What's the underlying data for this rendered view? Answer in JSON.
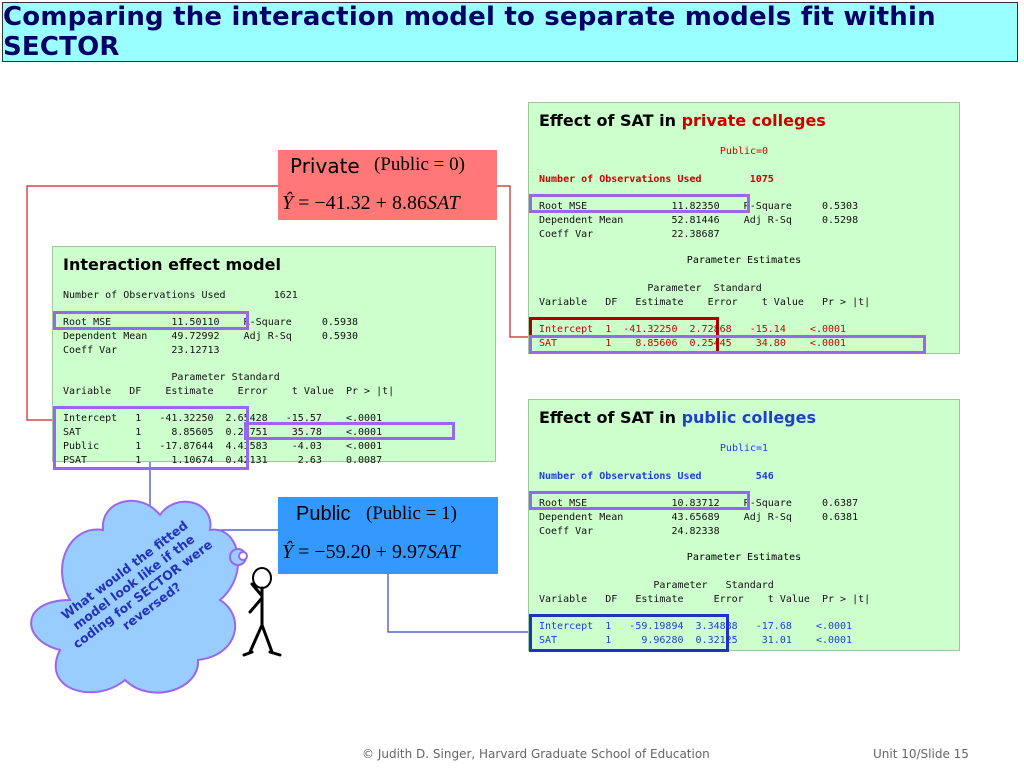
{
  "title": "Comparing the interaction model to separate models fit within SECTOR",
  "private_eq": {
    "label": "Private",
    "condition": "(Public  = 0)",
    "yhat": "Ŷ",
    "rhs": " = −41.32 + 8.86",
    "var": "SAT"
  },
  "public_eq": {
    "label": "Public",
    "condition": "(Public  = 1)",
    "yhat": "Ŷ",
    "rhs": " = −59.20 + 9.97",
    "var": "SAT"
  },
  "interaction": {
    "title": "Interaction effect model",
    "nobs_line": "Number of Observations Used        1621",
    "fit_lines": [
      "Root MSE          11.50110    R-Square     0.5938",
      "Dependent Mean    49.72992    Adj R-Sq     0.5930",
      "Coeff Var         23.12713"
    ],
    "param_header": [
      "                  Parameter Standard",
      "Variable   DF    Estimate    Error    t Value  Pr > |t|"
    ],
    "rows": [
      "Intercept   1   -41.32250  2.65428   -15.57    <.0001",
      "SAT         1     8.85605  0.24751    35.78    <.0001",
      "Public      1   -17.87644  4.43583    -4.03    <.0001",
      "PSAT        1     1.10674  0.42131     2.63    0.0087"
    ]
  },
  "private_panel": {
    "title_prefix": "Effect of SAT in ",
    "title_accent": "private colleges",
    "subset": "Public=0",
    "nobs_line": "Number of Observations Used        1075",
    "fit_lines": [
      "Root MSE              11.82350    R-Square     0.5303",
      "Dependent Mean        52.81446    Adj R-Sq     0.5298",
      "Coeff Var             22.38687"
    ],
    "param_title": "Parameter Estimates",
    "param_header": [
      "                  Parameter  Standard",
      "Variable   DF   Estimate    Error    t Value   Pr > |t|"
    ],
    "rows": [
      "Intercept  1  -41.32250  2.72868   -15.14    <.0001",
      "SAT        1    8.85606  0.25445    34.80    <.0001"
    ]
  },
  "public_panel": {
    "title_prefix": "Effect of SAT in ",
    "title_accent": "public colleges",
    "subset": "Public=1",
    "nobs_line": "Number of Observations Used         546",
    "fit_lines": [
      "Root MSE              10.83712    R-Square     0.6387",
      "Dependent Mean        43.65689    Adj R-Sq     0.6381",
      "Coeff Var             24.82338"
    ],
    "param_title": "Parameter Estimates",
    "param_header": [
      "                   Parameter   Standard",
      "Variable   DF   Estimate     Error    t Value  Pr > |t|"
    ],
    "rows": [
      "Intercept  1   -59.19894  3.34888   -17.68    <.0001",
      "SAT        1     9.96280  0.32125    31.01    <.0001"
    ]
  },
  "thought_bubble": {
    "text": "What would the fitted model look like if the coding for SECTOR were reversed?"
  },
  "footer": {
    "credit": "© Judith D. Singer, Harvard Graduate School of Education",
    "slide": "Unit 10/Slide 15"
  },
  "colors": {
    "title_bg": "#99ffff",
    "title_text": "#000066",
    "panel_bg": "#ccffcc",
    "private_box": "#ff7777",
    "public_box": "#3399ff",
    "highlight_purple": "#9966ee",
    "highlight_red": "#aa0000",
    "highlight_blue": "#2233bb",
    "bubble": "#99ccff"
  }
}
